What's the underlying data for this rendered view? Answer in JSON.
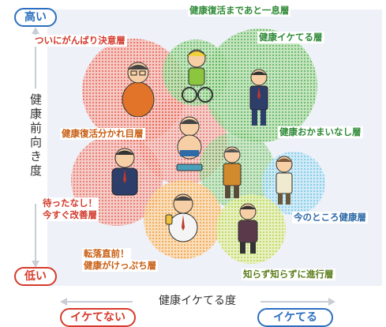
{
  "axes": {
    "y_label": "健康前向き度",
    "y_high": "高い",
    "y_low": "低い",
    "x_label": "健康イケてる度",
    "x_low": "イケてない",
    "x_high": "イケてる"
  },
  "segments": [
    {
      "id": "finally-motivated",
      "label": "ついにがんばり決意層",
      "color": "#d23a2c"
    },
    {
      "id": "one-step-recovery",
      "label": "健康復活まであと一息層",
      "color": "#2e8a36"
    },
    {
      "id": "healthy-good",
      "label": "健康イケてる層",
      "color": "#2e8a36"
    },
    {
      "id": "recovery-crossroads",
      "label": "健康復活分かれ目層",
      "color": "#c85e12"
    },
    {
      "id": "health-indifferent",
      "label": "健康おかまいなし層",
      "color": "#2e8a36"
    },
    {
      "id": "urgent-improve",
      "label_lines": [
        "待ったなし！",
        "今すぐ改善層"
      ],
      "color": "#d23a2c"
    },
    {
      "id": "healthy-for-now",
      "label": "今のところ健康層",
      "color": "#2f6aa8"
    },
    {
      "id": "brink-of-fall",
      "label_lines": [
        "転落直前！",
        "健康がけっぷち層"
      ],
      "color": "#c85e12"
    },
    {
      "id": "unknowingly-progressing",
      "label": "知らず知らずに進行層",
      "color": "#5b7d1b"
    }
  ],
  "colors": {
    "red": "#e85a4a",
    "green": "#4cae4f",
    "orange": "#f0a040",
    "blue": "#6cc3e6",
    "yellow_green": "#b9d64a"
  }
}
